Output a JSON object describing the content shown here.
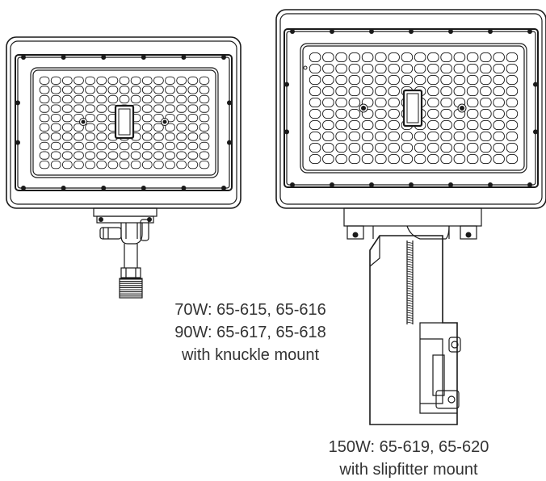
{
  "colors": {
    "line": "#1a1a1a",
    "text": "#333333",
    "background": "#ffffff"
  },
  "fixtures": [
    {
      "id": "small",
      "caption": [
        "70W: 65-615, 65-616",
        "90W: 65-617, 65-618",
        "with knuckle mount"
      ],
      "led_grid": {
        "rows": 10,
        "cols": 15
      },
      "mount": "knuckle mount"
    },
    {
      "id": "large",
      "caption": [
        "150W: 65-619, 65-620",
        "with slipfitter mount"
      ],
      "led_grid": {
        "rows": 10,
        "cols": 16
      },
      "mount": "slipfitter mount"
    }
  ]
}
